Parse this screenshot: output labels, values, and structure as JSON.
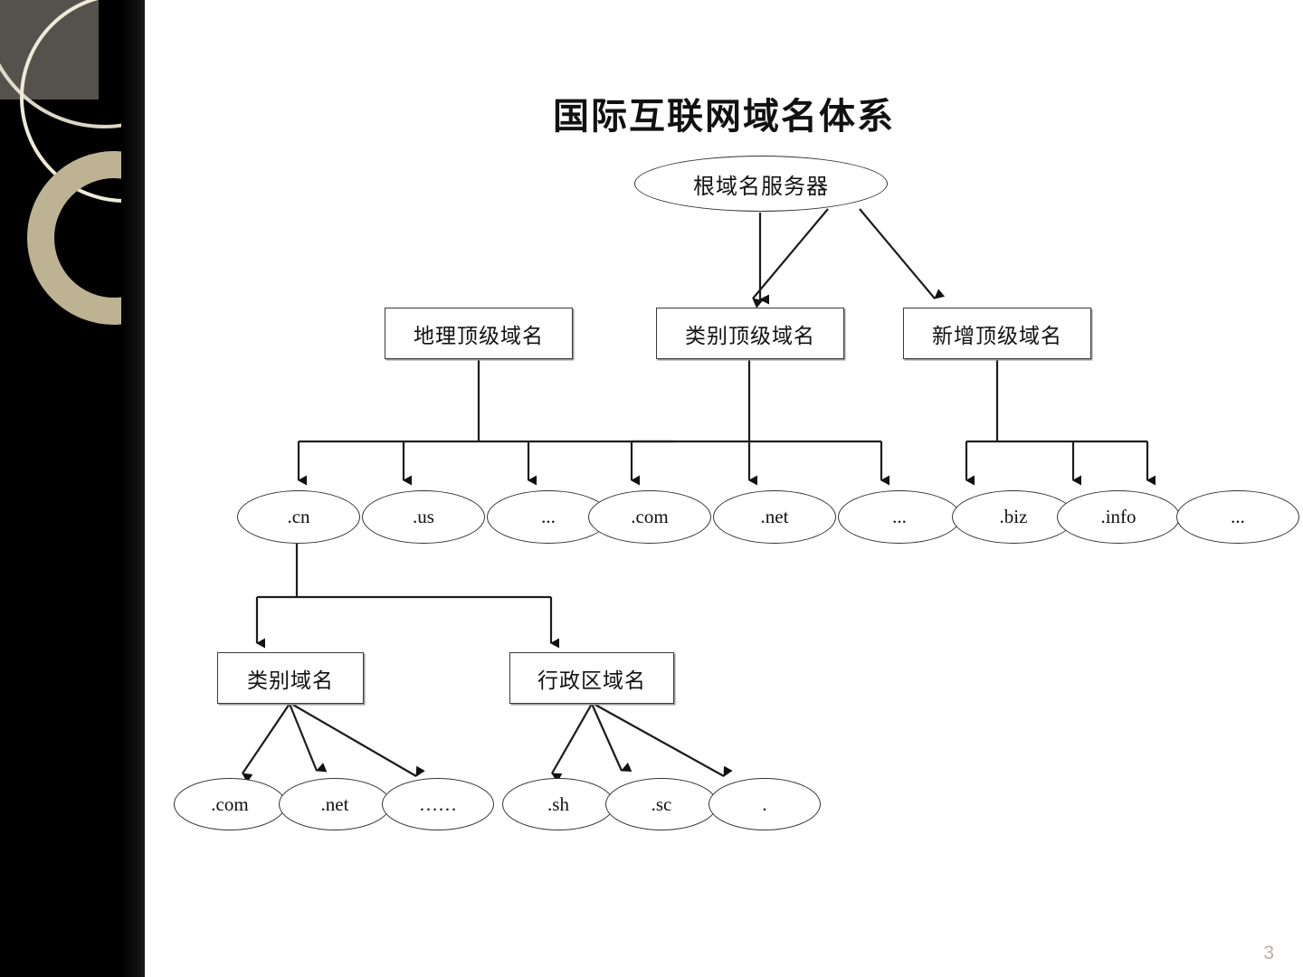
{
  "slide": {
    "title": "国际互联网域名体系",
    "page_number": "3",
    "page_number_color": "#b9b09a",
    "background_color": "#ffffff",
    "sidebar_color": "#000000",
    "deco_square_color": "#55524d",
    "deco_ring_color": "#bdb393",
    "deco_thin_ring_color": "#e8e2cf"
  },
  "diagram": {
    "type": "tree",
    "root": {
      "label": "根域名服务器",
      "shape": "ellipse"
    },
    "level2": [
      {
        "label": "地理顶级域名",
        "shape": "box"
      },
      {
        "label": "类别顶级域名",
        "shape": "box"
      },
      {
        "label": "新增顶级域名",
        "shape": "box"
      }
    ],
    "level3": {
      "geo": [
        {
          "label": ".cn",
          "shape": "ellipse"
        },
        {
          "label": ".us",
          "shape": "ellipse"
        },
        {
          "label": "...",
          "shape": "ellipse"
        }
      ],
      "category": [
        {
          "label": ".com",
          "shape": "ellipse"
        },
        {
          "label": ".net",
          "shape": "ellipse"
        },
        {
          "label": "...",
          "shape": "ellipse"
        }
      ],
      "new": [
        {
          "label": ".biz",
          "shape": "ellipse"
        },
        {
          "label": ".info",
          "shape": "ellipse"
        },
        {
          "label": "...",
          "shape": "ellipse"
        }
      ]
    },
    "level4": [
      {
        "label": "类别域名",
        "shape": "box"
      },
      {
        "label": "行政区域名",
        "shape": "box"
      }
    ],
    "level5": {
      "category_domains": [
        {
          "label": ".com",
          "shape": "ellipse"
        },
        {
          "label": ".net",
          "shape": "ellipse"
        },
        {
          "label": "……",
          "shape": "ellipse"
        }
      ],
      "admin_domains": [
        {
          "label": ".sh",
          "shape": "ellipse"
        },
        {
          "label": ".sc",
          "shape": "ellipse"
        },
        {
          "label": ".",
          "shape": "ellipse"
        }
      ]
    }
  }
}
